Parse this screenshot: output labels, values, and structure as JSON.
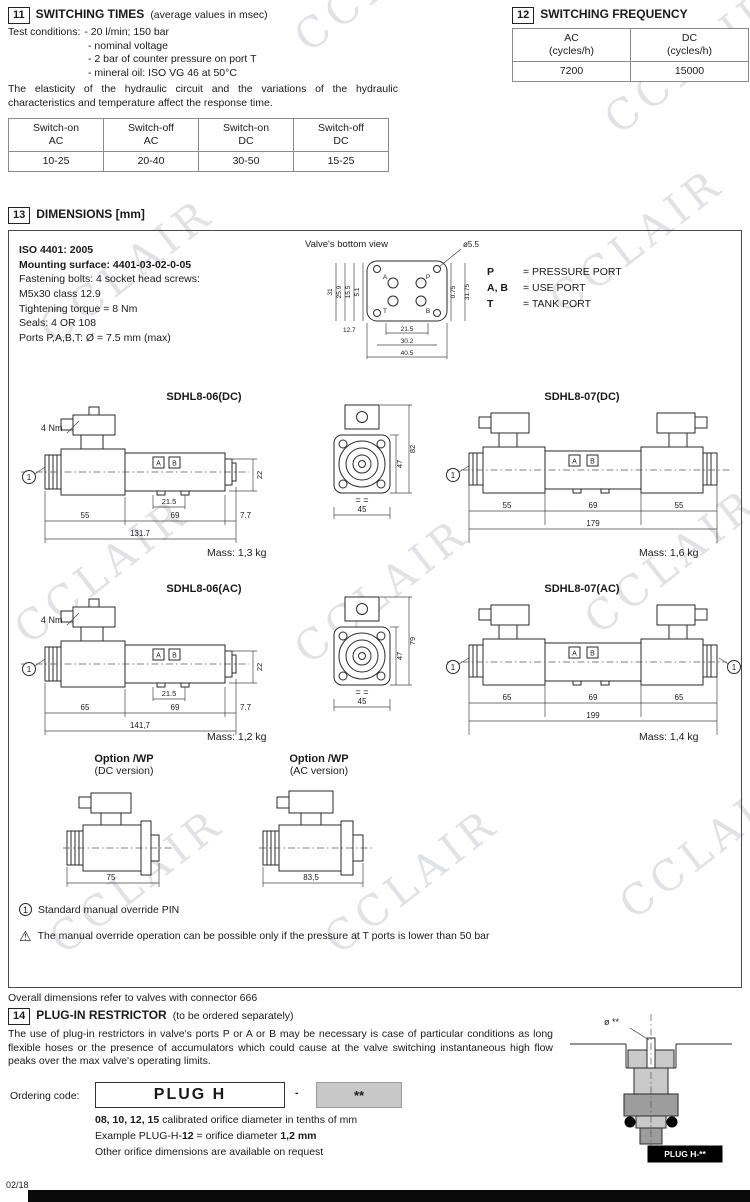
{
  "watermark": "CCLAIR",
  "icons": {
    "warning": "⚠"
  },
  "footer": {
    "code": "02/18"
  },
  "s11": {
    "num": "11",
    "title": "SWITCHING TIMES",
    "subtitle": "(average values in msec)",
    "cond_label": "Test conditions:",
    "conditions": [
      "- 20 l/min; 150 bar",
      "- nominal voltage",
      "- 2 bar of counter pressure on port T",
      "- mineral oil: ISO VG 46 at 50°C"
    ],
    "note": "The elasticity of the hydraulic circuit and the variations of the hydraulic characteristics and temperature affect the response time.",
    "table": {
      "headers": [
        {
          "l1": "Switch-on",
          "l2": "AC"
        },
        {
          "l1": "Switch-off",
          "l2": "AC"
        },
        {
          "l1": "Switch-on",
          "l2": "DC"
        },
        {
          "l1": "Switch-off",
          "l2": "DC"
        }
      ],
      "values": [
        "10-25",
        "20-40",
        "30-50",
        "15-25"
      ]
    }
  },
  "s12": {
    "num": "12",
    "title": "SWITCHING FREQUENCY",
    "table": {
      "headers": [
        {
          "l1": "AC",
          "l2": "(cycles/h)"
        },
        {
          "l1": "DC",
          "l2": "(cycles/h)"
        }
      ],
      "values": [
        "7200",
        "15000"
      ]
    }
  },
  "s13": {
    "num": "13",
    "title": "DIMENSIONS [mm]",
    "iso": {
      "bold1": "ISO 4401: 2005",
      "bold2": "Mounting surface: 4401-03-02-0-05",
      "lines": [
        "Fastening bolts: 4 socket head screws:",
        "M5x30 class 12.9",
        "Tightening torque = 8 Nm",
        "Seals: 4 OR 108",
        "Ports P,A,B,T: Ø = 7.5 mm (max)"
      ]
    },
    "bottom_view": {
      "label": "Valve's bottom view",
      "hole": "ø5.5",
      "pa": "A",
      "pp": "P",
      "pb": "B",
      "pt": "T",
      "d31": "31",
      "d259": "25.9",
      "d155": "15.5",
      "d51": "5.1",
      "d127": "12.7",
      "d075": "0.75",
      "d3175": "31.75",
      "d215": "21.5",
      "d302": "30.2",
      "d405": "40.5"
    },
    "ports": [
      {
        "code": "P",
        "desc": "= PRESSURE PORT"
      },
      {
        "code": "A, B",
        "desc": "= USE PORT"
      },
      {
        "code": "T",
        "desc": "= TANK PORT"
      }
    ],
    "dc06": {
      "title": "SDHL8-06(DC)",
      "torque": "4 Nm",
      "pin": "1",
      "a": "A",
      "b": "B",
      "d22": "22",
      "d215": "21.5",
      "dim1": "55",
      "dim2": "69",
      "dim3": "7.7",
      "total": "131.7",
      "mass": "Mass: 1,3 kg"
    },
    "dcmid": {
      "d47": "47",
      "d82": "82",
      "d45": "45",
      "eq": "=    ="
    },
    "dc07": {
      "title": "SDHL8-07(DC)",
      "pin": "1",
      "a": "A",
      "b": "B",
      "dim1": "55",
      "dim2": "69",
      "dim3": "55",
      "total": "179",
      "mass": "Mass: 1,6 kg"
    },
    "ac06": {
      "title": "SDHL8-06(AC)",
      "torque": "4 Nm",
      "pin": "1",
      "a": "A",
      "b": "B",
      "d22": "22",
      "d215": "21.5",
      "dim1": "65",
      "dim2": "69",
      "dim3": "7.7",
      "total": "141,7",
      "mass": "Mass: 1,2 kg"
    },
    "acmid": {
      "d47": "47",
      "d79": "79",
      "d45": "45",
      "eq": "=    ="
    },
    "ac07": {
      "title": "SDHL8-07(AC)",
      "pin": "1",
      "pin2": "1",
      "a": "A",
      "b": "B",
      "dim1": "65",
      "dim2": "69",
      "dim3": "65",
      "total": "199",
      "mass": "Mass: 1,4 kg"
    },
    "wpdc": {
      "title": "Option /WP",
      "version": "(DC version)",
      "dim": "75"
    },
    "wpac": {
      "title": "Option /WP",
      "version": "(AC version)",
      "dim": "83,5"
    },
    "pin_note": {
      "symbol": "1",
      "text": "Standard manual override PIN"
    },
    "warning": "The manual override operation can be possible only if the pressure at T ports is lower than 50 bar",
    "overall_note": "Overall dimensions refer to valves with connector 666"
  },
  "s14": {
    "num": "14",
    "title": "PLUG-IN RESTRICTOR",
    "subtitle": "(to be ordered separately)",
    "paragraph": "The use of plug-in restrictors in valve's ports P or A or B may be necessary is case of particular conditions as long flexible hoses or the presence of accumulators which could cause at the valve switching instantaneous high flow peaks over the max valve's operating limits.",
    "ordering_label": "Ordering code:",
    "code_main": "PLUG H",
    "dash": "-",
    "stars": "**",
    "sizes_bold": "08, 10, 12, 15",
    "sizes_text": " calibrated orifice diameter in tenths of mm",
    "example_pre": "Example PLUG-H-",
    "example_b1": "12",
    "example_mid": " = orifice diameter ",
    "example_b2": "1,2 mm",
    "other_note": "Other orifice dimensions are available on request",
    "dia_label": "ø **",
    "plug_label": "PLUG H-**"
  }
}
